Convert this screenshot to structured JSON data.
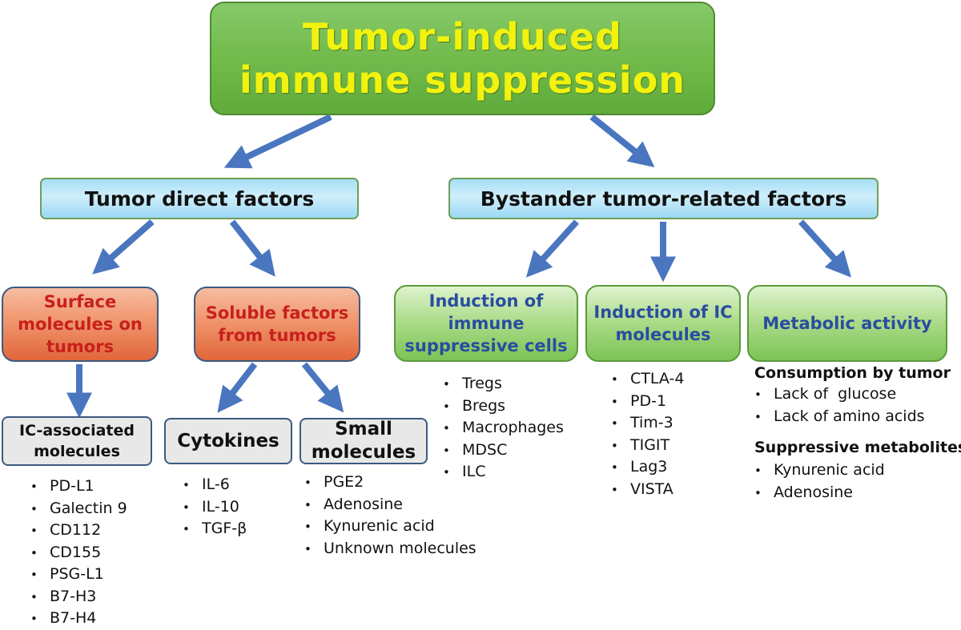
{
  "title": "Tumor-induced immune suppression",
  "tumor_direct": {
    "label": "Tumor direct factors",
    "surface": {
      "label": "Surface molecules on tumors",
      "child": {
        "label": "IC-associated molecules",
        "items": [
          "PD-L1",
          "Galectin 9",
          "CD112",
          "CD155",
          "PSG-L1",
          "B7-H3",
          "B7-H4"
        ]
      }
    },
    "soluble": {
      "label": "Soluble factors from tumors",
      "cytokines": {
        "label": "Cytokines",
        "items": [
          "IL-6",
          "IL-10",
          "TGF-β"
        ]
      },
      "small": {
        "label": "Small molecules",
        "items": [
          "PGE2",
          "Adenosine",
          "Kynurenic acid",
          "Unknown molecules"
        ]
      }
    }
  },
  "bystander": {
    "label": "Bystander tumor-related factors",
    "immune_cells": {
      "label": "Induction of immune suppressive cells",
      "items": [
        "Tregs",
        "Bregs",
        "Macrophages",
        "MDSC",
        "ILC"
      ]
    },
    "ic_molecules": {
      "label": "Induction of IC molecules",
      "items": [
        "CTLA-4",
        "PD-1",
        "Tim-3",
        "TIGIT",
        "Lag3",
        "VISTA"
      ]
    },
    "metabolic": {
      "label": "Metabolic activity",
      "consumption": {
        "label": "Consumption by tumor",
        "items": [
          "Lack of  glucose",
          "Lack of amino acids"
        ]
      },
      "metabolites": {
        "label": "Suppressive metabolites",
        "items": [
          "Kynurenic acid",
          "Adenosine"
        ]
      }
    }
  },
  "colors": {
    "arrow": "#4a76c0",
    "title_text": "#f2f20f",
    "red_text": "#c8201c",
    "navy_text": "#2a4da0"
  }
}
